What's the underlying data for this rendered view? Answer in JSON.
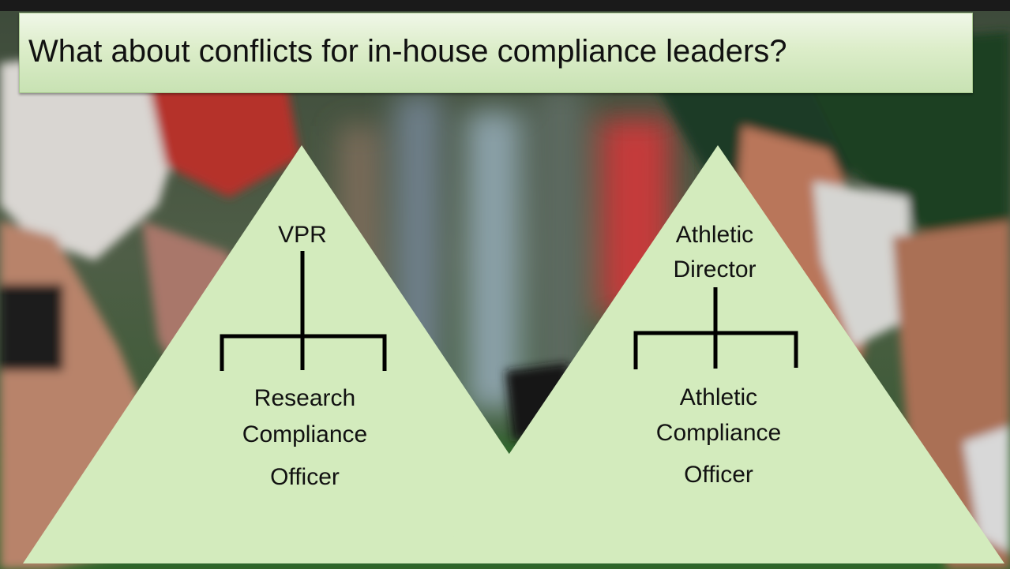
{
  "slide": {
    "title": "What about conflicts for in-house compliance leaders?"
  },
  "left_triangle": {
    "top_role": "VPR",
    "bottom_role_line1": "Research",
    "bottom_role_line2": "Compliance",
    "bottom_role_line3": "Officer"
  },
  "right_triangle": {
    "top_role_line1": "Athletic",
    "top_role_line2": "Director",
    "bottom_role_line1": "Athletic",
    "bottom_role_line2": "Compliance",
    "bottom_role_line3": "Officer"
  },
  "colors": {
    "triangle_fill": "#d3ebbd",
    "connector_stroke": "#000000",
    "title_fill": "#dcedc9"
  }
}
